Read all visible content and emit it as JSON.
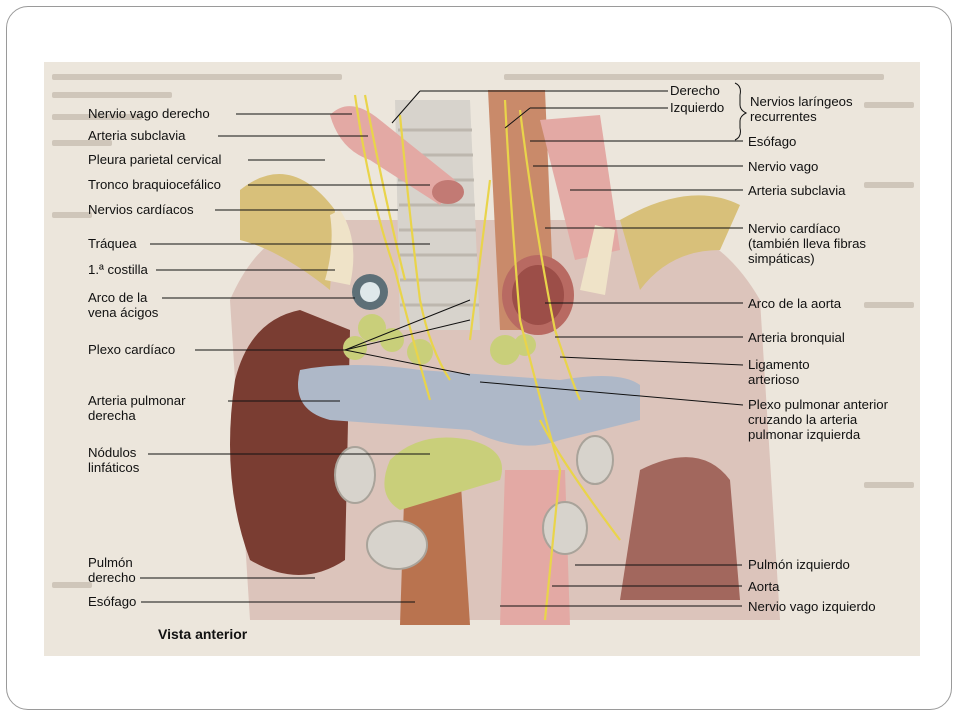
{
  "labels_left": [
    {
      "id": "nervio-vago-derecho",
      "text": "Nervio vago derecho"
    },
    {
      "id": "arteria-subclavia-der",
      "text": "Arteria subclavia"
    },
    {
      "id": "pleura-parietal",
      "text": "Pleura parietal cervical"
    },
    {
      "id": "tronco-braquiocefalico",
      "text": "Tronco braquiocefálico"
    },
    {
      "id": "nervios-cardiacos",
      "text": "Nervios cardíacos"
    },
    {
      "id": "traquea",
      "text": "Tráquea"
    },
    {
      "id": "primera-costilla",
      "text": "1.ª costilla"
    },
    {
      "id": "arco-vena-acigos",
      "text": "Arco de la vena ácigos"
    },
    {
      "id": "plexo-cardiaco",
      "text": "Plexo cardíaco"
    },
    {
      "id": "arteria-pulmonar-derecha",
      "text": "Arteria pulmonar derecha"
    },
    {
      "id": "nodulos-linfaticos",
      "text": "Nódulos linfáticos"
    },
    {
      "id": "pulmon-derecho",
      "text": "Pulmón derecho"
    },
    {
      "id": "esofago-izq",
      "text": "Esófago"
    }
  ],
  "labels_right": [
    {
      "id": "derecho",
      "text": "Derecho"
    },
    {
      "id": "izquierdo",
      "text": "Izquierdo"
    },
    {
      "id": "nervios-laringeos",
      "text": "Nervios laríngeos recurrentes"
    },
    {
      "id": "esofago-der",
      "text": "Esófago"
    },
    {
      "id": "nervio-vago",
      "text": "Nervio vago"
    },
    {
      "id": "arteria-subclavia-izq",
      "text": "Arteria subclavia"
    },
    {
      "id": "nervio-cardiaco",
      "text": "Nervio cardíaco (también lleva fibras simpáticas)"
    },
    {
      "id": "arco-aorta",
      "text": "Arco de la aorta"
    },
    {
      "id": "arteria-bronquial",
      "text": "Arteria bronquial"
    },
    {
      "id": "ligamento-arterioso",
      "text": "Ligamento arterioso"
    },
    {
      "id": "plexo-pulmonar",
      "text": "Plexo pulmonar anterior cruzando la arteria pulmonar izquierda"
    },
    {
      "id": "pulmon-izquierdo",
      "text": "Pulmón izquierdo"
    },
    {
      "id": "aorta",
      "text": "Aorta"
    },
    {
      "id": "nervio-vago-izquierdo",
      "text": "Nervio vago izquierdo"
    }
  ],
  "caption": "Vista anterior",
  "colors": {
    "nerve": "#e9d44a",
    "artery_pink": "#e3a9a4",
    "pulmonary_blue": "#aeb8c8",
    "lymph_green": "#c9cf7a",
    "esophagus": "#c98a6a",
    "lung_brown": "#7a3d32",
    "page_bg": "#ece6dc"
  }
}
